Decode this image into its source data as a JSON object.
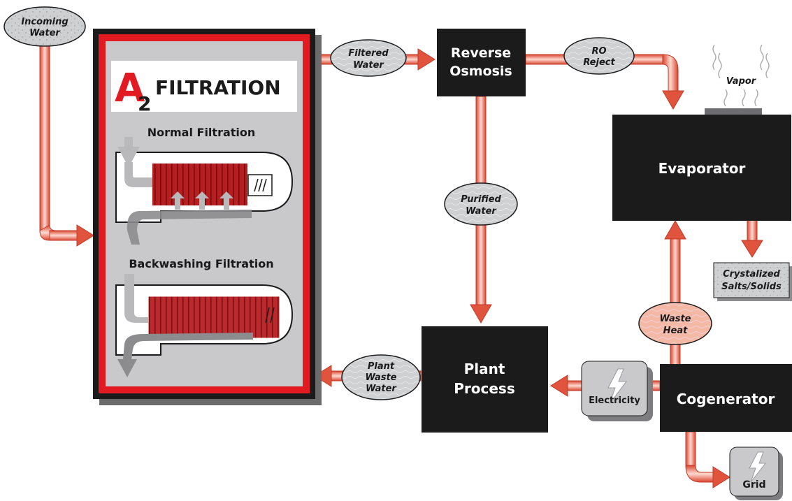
{
  "brand": {
    "logo_letter": "A",
    "logo_subscript": "2",
    "title": "FILTRATION"
  },
  "filter_panel": {
    "normal_label": "Normal Filtration",
    "backwash_label": "Backwashing Filtration"
  },
  "process_boxes": {
    "reverse_osmosis": [
      "Reverse",
      "Osmosis"
    ],
    "evaporator": [
      "Evaporator"
    ],
    "plant_process": [
      "Plant",
      "Process"
    ],
    "cogenerator": [
      "Cogenerator"
    ]
  },
  "flow_labels": {
    "incoming_water": [
      "Incoming",
      "Water"
    ],
    "filtered_water": [
      "Filtered",
      "Water"
    ],
    "ro_reject": [
      "RO",
      "Reject"
    ],
    "purified_water": [
      "Purified",
      "Water"
    ],
    "plant_waste_water": [
      "Plant",
      "Waste",
      "Water"
    ],
    "waste_heat": [
      "Waste",
      "Heat"
    ],
    "vapor": [
      "Vapor"
    ],
    "crystalized": [
      "Crystalized",
      "Salts/Solids"
    ]
  },
  "energy_labels": {
    "electricity": "Electricity",
    "grid": "Grid"
  },
  "colors": {
    "pipe_fill": "#f08a78",
    "pipe_edge": "#d9442f",
    "box": "#1b1b1b",
    "panel_red": "#e21b23",
    "panel_grey": "#c9c9cb",
    "oval": "#cfd0d2",
    "waste_heat_oval": "#f5b7a6"
  }
}
